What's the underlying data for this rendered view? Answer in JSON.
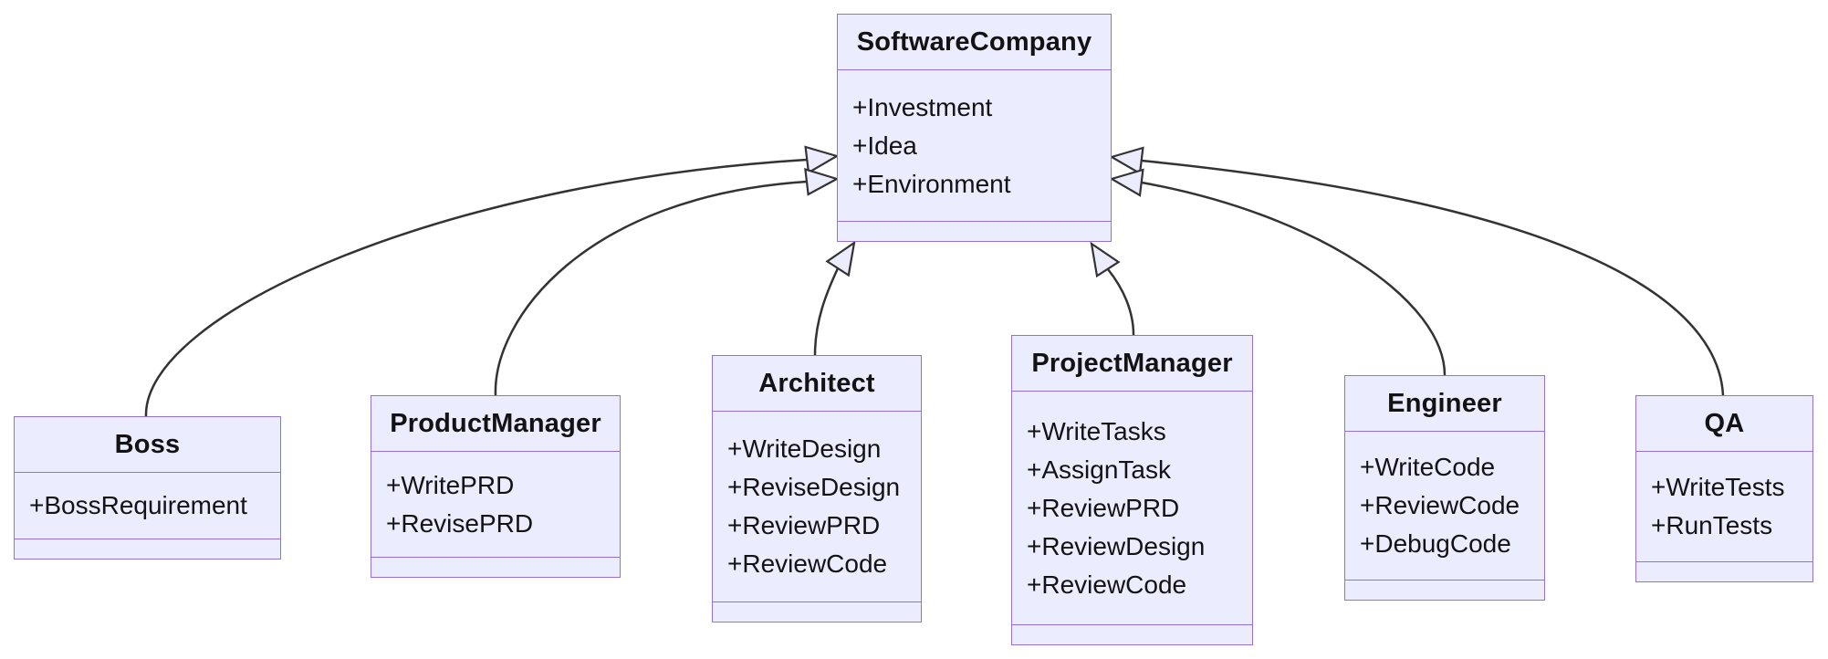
{
  "diagram": {
    "type": "uml-class-diagram",
    "classes": [
      {
        "id": "softwarecompany",
        "name": "SoftwareCompany",
        "attributes": [
          "+Investment",
          "+Idea",
          "+Environment"
        ],
        "methods": []
      },
      {
        "id": "boss",
        "name": "Boss",
        "attributes": [
          "+BossRequirement"
        ],
        "methods": []
      },
      {
        "id": "productmanager",
        "name": "ProductManager",
        "attributes": [
          "+WritePRD",
          "+RevisePRD"
        ],
        "methods": []
      },
      {
        "id": "architect",
        "name": "Architect",
        "attributes": [
          "+WriteDesign",
          "+ReviseDesign",
          "+ReviewPRD",
          "+ReviewCode"
        ],
        "methods": []
      },
      {
        "id": "projectmanager",
        "name": "ProjectManager",
        "attributes": [
          "+WriteTasks",
          "+AssignTask",
          "+ReviewPRD",
          "+ReviewDesign",
          "+ReviewCode"
        ],
        "methods": []
      },
      {
        "id": "engineer",
        "name": "Engineer",
        "attributes": [
          "+WriteCode",
          "+ReviewCode",
          "+DebugCode"
        ],
        "methods": []
      },
      {
        "id": "qa",
        "name": "QA",
        "attributes": [
          "+WriteTests",
          "+RunTests"
        ],
        "methods": []
      }
    ],
    "relationships": [
      {
        "from": "Boss",
        "to": "SoftwareCompany",
        "type": "inheritance"
      },
      {
        "from": "ProductManager",
        "to": "SoftwareCompany",
        "type": "inheritance"
      },
      {
        "from": "Architect",
        "to": "SoftwareCompany",
        "type": "inheritance"
      },
      {
        "from": "ProjectManager",
        "to": "SoftwareCompany",
        "type": "inheritance"
      },
      {
        "from": "Engineer",
        "to": "SoftwareCompany",
        "type": "inheritance"
      },
      {
        "from": "QA",
        "to": "SoftwareCompany",
        "type": "inheritance"
      }
    ],
    "colors": {
      "node_fill": "#ECECFF",
      "node_border": "#9370DB",
      "edge": "#333333",
      "text": "#131313",
      "background": "#ffffff"
    }
  }
}
